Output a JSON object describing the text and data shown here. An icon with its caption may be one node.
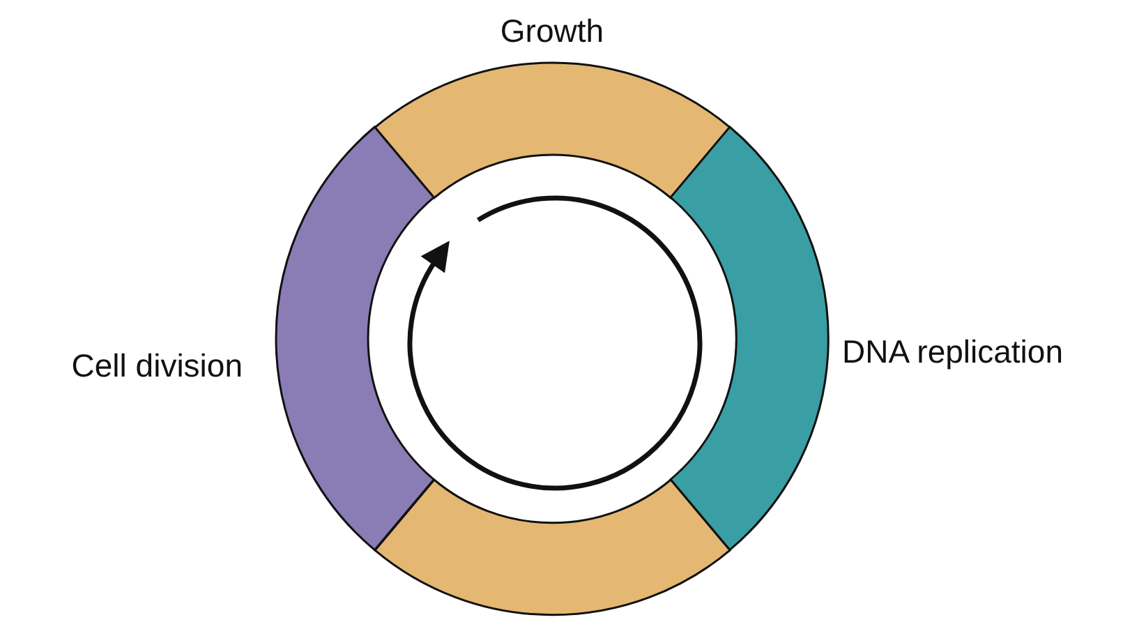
{
  "diagram": {
    "nodes": [
      {
        "text": [
          "Growth"
        ]
      },
      {
        "text": [
          "DNA replication"
        ]
      },
      {
        "text": [],
        "shape": "arc"
      },
      {
        "text": [
          "Cell division"
        ]
      }
    ]
  }
}
